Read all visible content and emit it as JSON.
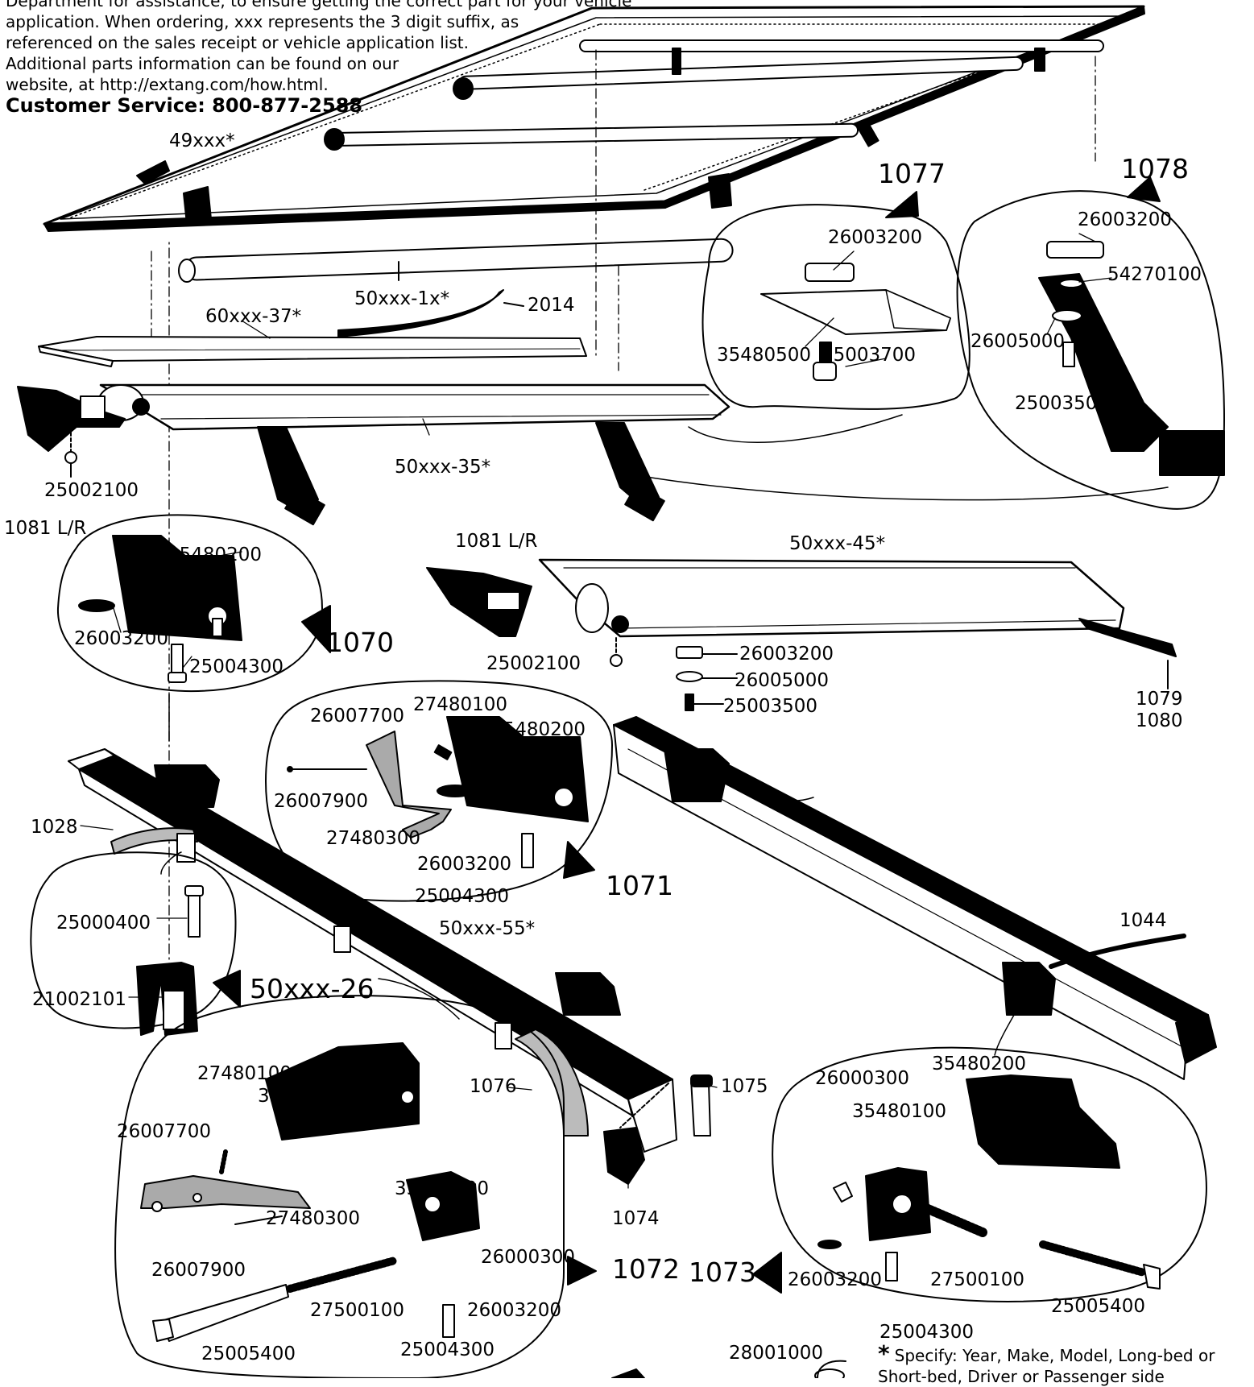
{
  "intro": {
    "lines": [
      "Department for assistance, to ensure getting the correct part for your vehicle",
      "application. When ordering, xxx represents the 3 digit suffix, as",
      "referenced on the sales receipt or vehicle application list.",
      "Additional parts information can be found on our",
      "website, at http://extang.com/how.html."
    ],
    "customer_service": "Customer Service: 800-877-2588"
  },
  "labels": {
    "p49xxx": "49xxx*",
    "p50xxx_1x": "50xxx-1x*",
    "p2014": "2014",
    "p60xxx_37": "60xxx-37*",
    "p50xxx_35": "50xxx-35*",
    "p25002100_a": "25002100",
    "p1081_a": "1081 L/R",
    "c1077": "1077",
    "p26003200_a": "26003200",
    "p35480500": "35480500",
    "p25003700": "25003700",
    "c1078": "1078",
    "p26003200_b": "26003200",
    "p54270100": "54270100",
    "p26005000_a": "26005000",
    "p25003500_a": "25003500",
    "p35480200_a": "35480200",
    "p26003200_c": "26003200",
    "p25004300_a": "25004300",
    "c1070": "1070",
    "p1081_b": "1081 L/R",
    "p50xxx_45": "50xxx-45*",
    "p25002100_b": "25002100",
    "p26003200_d": "26003200",
    "p26005000_b": "26005000",
    "p25003500_b": "25003500",
    "p1079": "1079",
    "p1080": "1080",
    "p26007700_a": "26007700",
    "p27480100_a": "27480100",
    "p35480200_b": "35480200",
    "p26007900_a": "26007900",
    "p27480300_a": "27480300",
    "p26003200_e": "26003200",
    "p25004300_b": "25004300",
    "c1071": "1071",
    "p1028": "1028",
    "p25000400": "25000400",
    "p21002101": "21002101",
    "c50xxx_26": "50xxx-26",
    "p50xxx_55": "50xxx-55*",
    "p1044": "1044",
    "p27480100_b": "27480100",
    "p35480200_c": "35480200",
    "p26007700_b": "26007700",
    "p27480300_b": "27480300",
    "p35480100_a": "35480100",
    "p26000300_a": "26000300",
    "p26007900_b": "26007900",
    "p27500100_a": "27500100",
    "p26003200_f": "26003200",
    "c1072": "1072",
    "p25005400_a": "25005400",
    "p25004300_c": "25004300",
    "p1076": "1076",
    "p1075": "1075",
    "p1074": "1074",
    "p26000300_b": "26000300",
    "p35480200_d": "35480200",
    "p35480100_b": "35480100",
    "c1073": "1073",
    "p26003200_g": "26003200",
    "p27500100_b": "27500100",
    "p25005400_b": "25005400",
    "p25004300_d": "25004300",
    "p28001000": "28001000"
  },
  "note": {
    "star": "*",
    "text": "Specify: Year, Make, Model, Long-bed or Short-bed, Driver or Passenger side"
  }
}
